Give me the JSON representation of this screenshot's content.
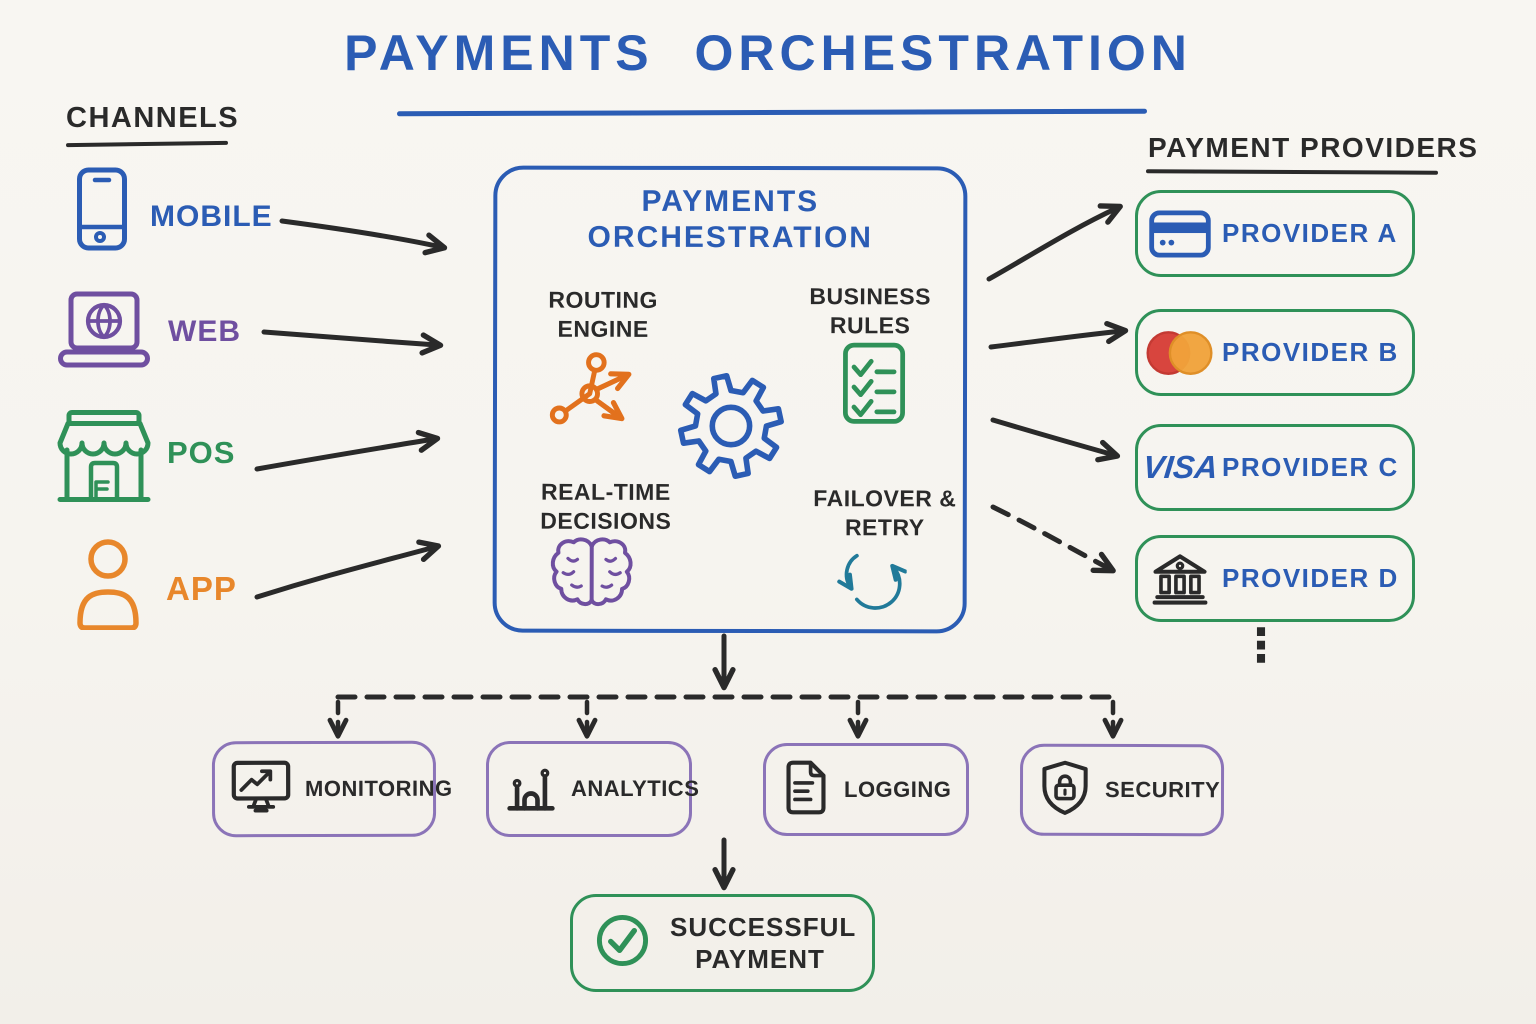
{
  "title": "PAYMENTS ORCHESTRATION",
  "channels": {
    "heading": "CHANNELS",
    "items": [
      {
        "label": "MOBILE",
        "icon": "smartphone-icon",
        "color": "#2b5cb4"
      },
      {
        "label": "WEB",
        "icon": "laptop-globe-icon",
        "color": "#6f4fa0"
      },
      {
        "label": "POS",
        "icon": "storefront-icon",
        "color": "#2f9158"
      },
      {
        "label": "APP",
        "icon": "person-icon",
        "color": "#e8872b"
      }
    ]
  },
  "hub": {
    "title": "PAYMENTS ORCHESTRATION",
    "center_icon": "gear-icon",
    "features": [
      {
        "label": "ROUTING ENGINE",
        "icon": "routing-nodes-icon",
        "color": "#e2711d"
      },
      {
        "label": "BUSINESS RULES",
        "icon": "checklist-icon",
        "color": "#2f9158"
      },
      {
        "label": "REAL-TIME DECISIONS",
        "icon": "brain-icon",
        "color": "#6f4fa0"
      },
      {
        "label": "FAILOVER & RETRY",
        "icon": "retry-cycle-icon",
        "color": "#217a99"
      }
    ]
  },
  "providers": {
    "heading": "PAYMENT PROVIDERS",
    "items": [
      {
        "label": "PROVIDER A",
        "icon": "credit-card-icon"
      },
      {
        "label": "PROVIDER B",
        "icon": "card-circles-icon"
      },
      {
        "label": "PROVIDER C",
        "icon": "visa-logo",
        "icon_text": "VISA"
      },
      {
        "label": "PROVIDER D",
        "icon": "bank-icon"
      }
    ],
    "more_indicator": "⋮"
  },
  "services": [
    {
      "label": "MONITORING",
      "icon": "monitor-chart-icon"
    },
    {
      "label": "ANALYTICS",
      "icon": "bar-chart-icon"
    },
    {
      "label": "LOGGING",
      "icon": "document-icon"
    },
    {
      "label": "SECURITY",
      "icon": "shield-lock-icon"
    }
  ],
  "result": {
    "label": "SUCCESSFUL PAYMENT",
    "icon": "check-circle-icon"
  },
  "colors": {
    "ink": "#2a2a2a",
    "blue": "#2b5cb4",
    "green": "#2f9158",
    "purple": "#6f4fa0",
    "purple-box": "#8b74b8",
    "orange": "#e8872b",
    "orange-deep": "#e2711d",
    "teal": "#217a99",
    "red": "#d8453e",
    "amber": "#f0a23a",
    "bg": "#f6f4ef"
  }
}
